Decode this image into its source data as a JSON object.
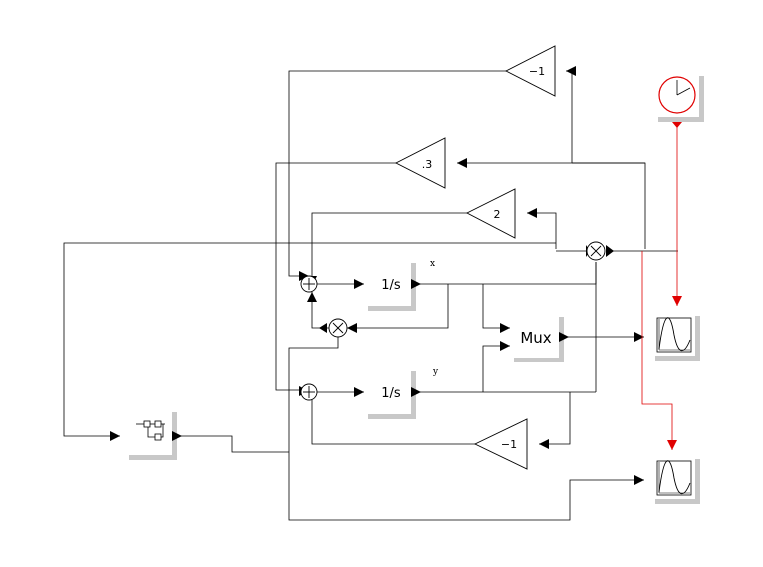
{
  "blocks": {
    "gain_neg1_top": "−1",
    "gain_p3": ".3",
    "gain_2": "2",
    "gain_neg1_bottom": "−1",
    "integrator_x": "1/s",
    "integrator_y": "1/s",
    "mux": "Mux"
  },
  "signals": {
    "x": "x",
    "y": "y"
  },
  "colors": {
    "event_link": "#e00000",
    "block_shadow": "#c8c8c8",
    "wire": "#000000"
  },
  "icons": {
    "clock": "clock-icon",
    "scope_top": "scope-icon",
    "scope_bottom": "scope-icon",
    "delay": "delay-block-icon"
  }
}
